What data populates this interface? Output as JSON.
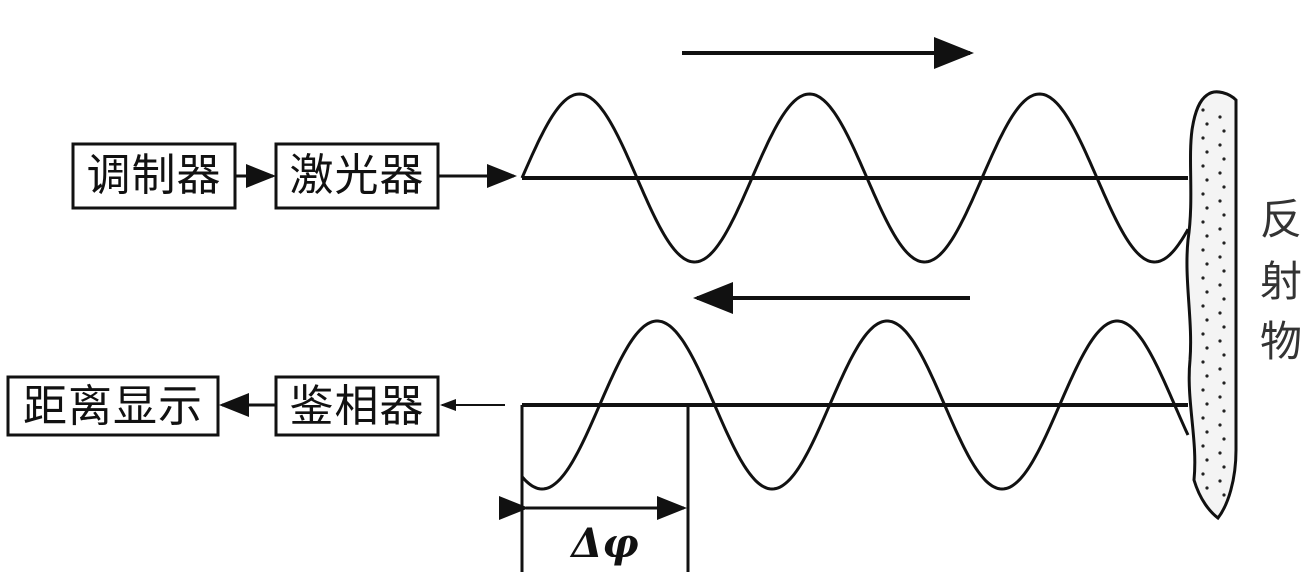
{
  "blocks": {
    "modulator": "调制器",
    "laser": "激光器",
    "phase_detector": "鉴相器",
    "distance_display": "距离显示"
  },
  "reflector": {
    "label": [
      "反",
      "射",
      "物"
    ]
  },
  "phase_shift_label": "Δφ",
  "colors": {
    "stroke": "#111111",
    "reflector_fill": "#f4f4f4"
  }
}
